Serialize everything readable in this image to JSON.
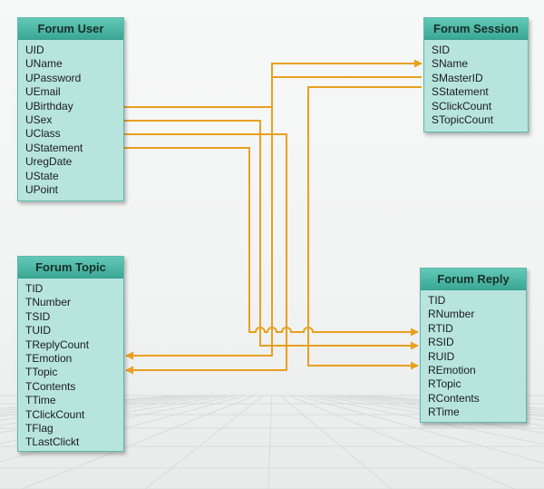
{
  "colors": {
    "connector": "#e8a020",
    "entity_fill": "#b7e5de",
    "entity_header": "#4dbba9",
    "entity_border": "#5fb8a8"
  },
  "entities": {
    "forum_user": {
      "title": "Forum User",
      "fields": [
        "UID",
        "UName",
        "UPassword",
        "UEmail",
        "UBirthday",
        "USex",
        "UClass",
        "UStatement",
        "UregDate",
        "UState",
        "UPoint"
      ]
    },
    "forum_session": {
      "title": "Forum Session",
      "fields": [
        "SID",
        "SName",
        "SMasterID",
        "SStatement",
        "SClickCount",
        "STopicCount"
      ]
    },
    "forum_topic": {
      "title": "Forum Topic",
      "fields": [
        "TID",
        "TNumber",
        "TSID",
        "TUID",
        "TReplyCount",
        "TEmotion",
        "TTopic",
        "TContents",
        "TTime",
        "TClickCount",
        "TFlag",
        "TLastClickt"
      ]
    },
    "forum_reply": {
      "title": "Forum Reply",
      "fields": [
        "TID",
        "RNumber",
        "RTID",
        "RSID",
        "RUID",
        "REmotion",
        "RTopic",
        "RContents",
        "RTime"
      ]
    }
  }
}
